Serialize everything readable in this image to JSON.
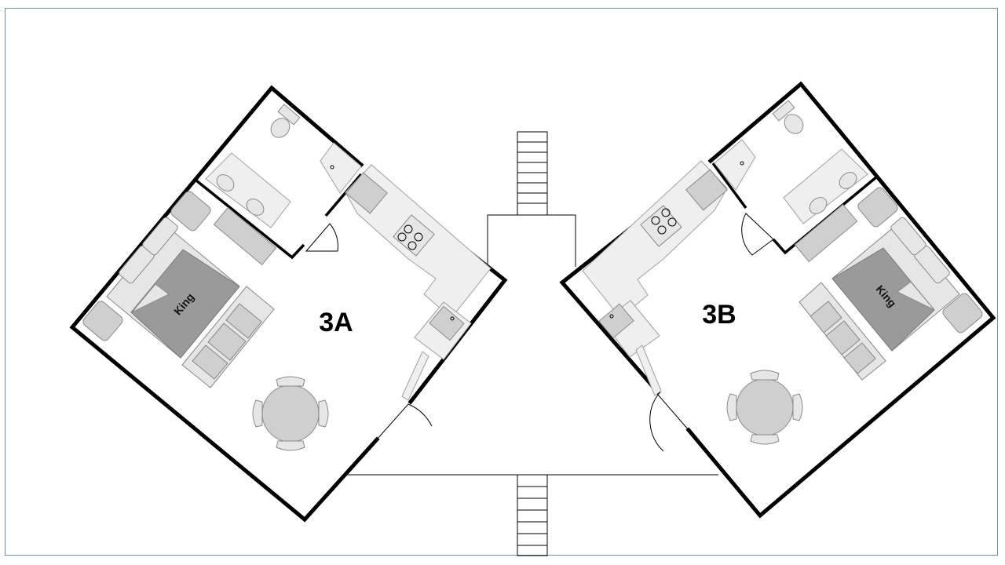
{
  "units": [
    {
      "id": "3A",
      "label": "3A",
      "bed_label": "King"
    },
    {
      "id": "3B",
      "label": "3B",
      "bed_label": "King"
    }
  ],
  "colors": {
    "frame_border": "#6f8fa8",
    "walls": "#000000",
    "furniture": "#cfcfcf",
    "bed_fill": "#9a9a9a"
  }
}
